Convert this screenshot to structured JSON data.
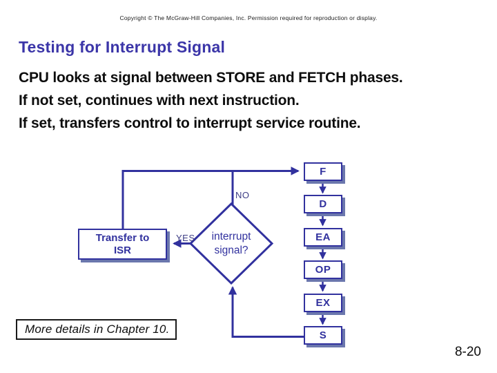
{
  "slide": {
    "copyright": "Copyright © The McGraw-Hill Companies, Inc. Permission required for reproduction or display.",
    "title": "Testing for Interrupt Signal",
    "body_lines": [
      "CPU looks at signal between STORE and FETCH phases.",
      "If not set, continues with next instruction.",
      "If set, transfers control to interrupt service routine."
    ],
    "footnote": "More details in Chapter 10.",
    "page_number": "8-20"
  },
  "flowchart": {
    "decision": {
      "line1": "interrupt",
      "line2": "signal?"
    },
    "transfer_box": {
      "line1": "Transfer to",
      "line2": "ISR"
    },
    "yes_label": "YES",
    "no_label": "NO",
    "cycle_boxes": [
      "F",
      "D",
      "EA",
      "OP",
      "EX",
      "S"
    ],
    "colors": {
      "line": "#31319E",
      "shadow": "#6B77AD",
      "title": "#3B35A8"
    }
  }
}
